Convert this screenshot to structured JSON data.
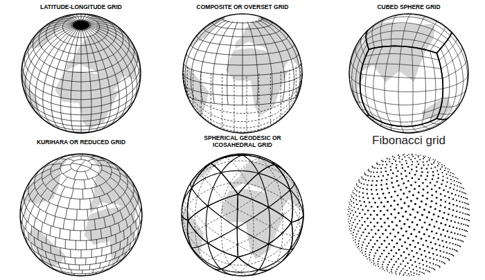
{
  "diagram": {
    "labels": [
      "LATITUDE-LONGITUDE GRID",
      "COMPOSITE OR OVERSET GRID",
      "CUBED SPHERE GRID",
      "KURIHARA OR REDUCED GRID",
      "SPHERICAL GEODESIC OR ICOSAHEDRAL GRID",
      "Fibonacci grid"
    ]
  }
}
